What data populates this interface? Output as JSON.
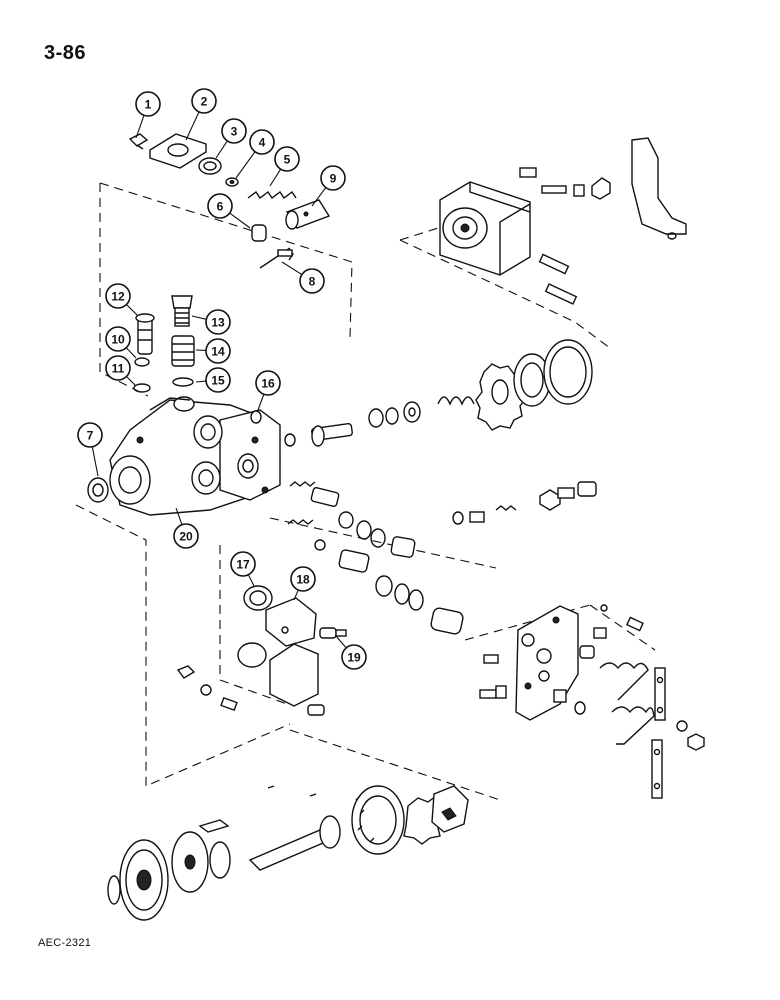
{
  "header": {
    "page_number": "3-86"
  },
  "footer": {
    "figure_id": "AEC-2321"
  },
  "callouts": [
    {
      "number": "1"
    },
    {
      "number": "2"
    },
    {
      "number": "3"
    },
    {
      "number": "4"
    },
    {
      "number": "5"
    },
    {
      "number": "6"
    },
    {
      "number": "7"
    },
    {
      "number": "8"
    },
    {
      "number": "9"
    },
    {
      "number": "10"
    },
    {
      "number": "11"
    },
    {
      "number": "12"
    },
    {
      "number": "13"
    },
    {
      "number": "14"
    },
    {
      "number": "15"
    },
    {
      "number": "16"
    },
    {
      "number": "17"
    },
    {
      "number": "18"
    },
    {
      "number": "19"
    },
    {
      "number": "20"
    }
  ]
}
